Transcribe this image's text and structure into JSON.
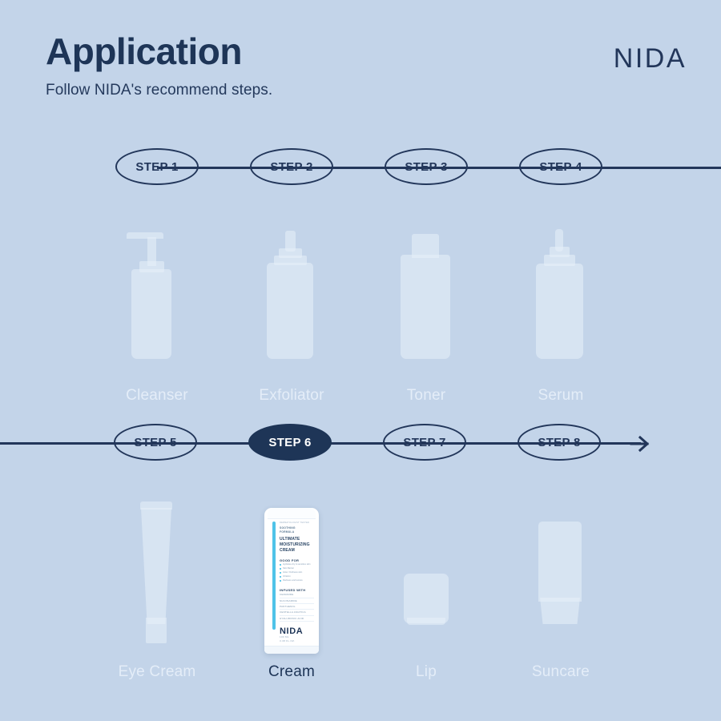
{
  "header": {
    "title": "Application",
    "subtitle": "Follow NIDA's recommend steps.",
    "brand": "NIDA"
  },
  "colors": {
    "background": "#c3d4e9",
    "navy": "#1e3557",
    "outline": "#22365a",
    "ghost": "#e8f0fa",
    "label_ghost": "#e4edf8",
    "accent_cyan": "#4fc3e8",
    "tube_white": "#ffffff"
  },
  "flow": {
    "rows": [
      {
        "name": "row-one",
        "steps": [
          {
            "label": "STEP 1",
            "active": false
          },
          {
            "label": "STEP 2",
            "active": false
          },
          {
            "label": "STEP 3",
            "active": false
          },
          {
            "label": "STEP 4",
            "active": false
          }
        ],
        "has_arrow": false
      },
      {
        "name": "row-two",
        "steps": [
          {
            "label": "STEP 5",
            "active": false
          },
          {
            "label": "STEP 6",
            "active": true
          },
          {
            "label": "STEP 7",
            "active": false
          },
          {
            "label": "STEP 8",
            "active": false
          }
        ],
        "has_arrow": true
      }
    ]
  },
  "products": {
    "row_one": [
      {
        "label": "Cleanser",
        "shape": "pump-bottle",
        "active": false
      },
      {
        "label": "Exfoliator",
        "shape": "dropper-bottle",
        "active": false
      },
      {
        "label": "Toner",
        "shape": "capped-bottle",
        "active": false
      },
      {
        "label": "Serum",
        "shape": "serum-dropper",
        "active": false
      }
    ],
    "row_two": [
      {
        "label": "Eye Cream",
        "shape": "tapered-tube",
        "active": false
      },
      {
        "label": "Cream",
        "shape": "cream-tube",
        "active": true
      },
      {
        "label": "Lip",
        "shape": "lip-jar",
        "active": false
      },
      {
        "label": "Suncare",
        "shape": "sun-tube",
        "active": false
      }
    ]
  },
  "featured_product": {
    "eyebrow": "DERMATOLOGIST TESTED",
    "formula_line": "SOOTHING\nFORMULA",
    "headline": "ULTIMATE\nMOISTURIZING\nCREAM",
    "good_for_title": "GOOD FOR",
    "good_for": [
      "Hydrates dry & sensitive skin",
      "Skin Barrier",
      "Glow / Dullness skin",
      "Irritation",
      "Redness and texture"
    ],
    "infused_title": "INFUSED WITH",
    "infused": [
      "CERAMIDE",
      "NIACINAMIDE",
      "PANTHENOL",
      "CENTELLA ASIATICA",
      "HYALURONIC ACID"
    ],
    "brand": "NIDA",
    "volume": "100 ML\n3.38 FL.OZ."
  }
}
